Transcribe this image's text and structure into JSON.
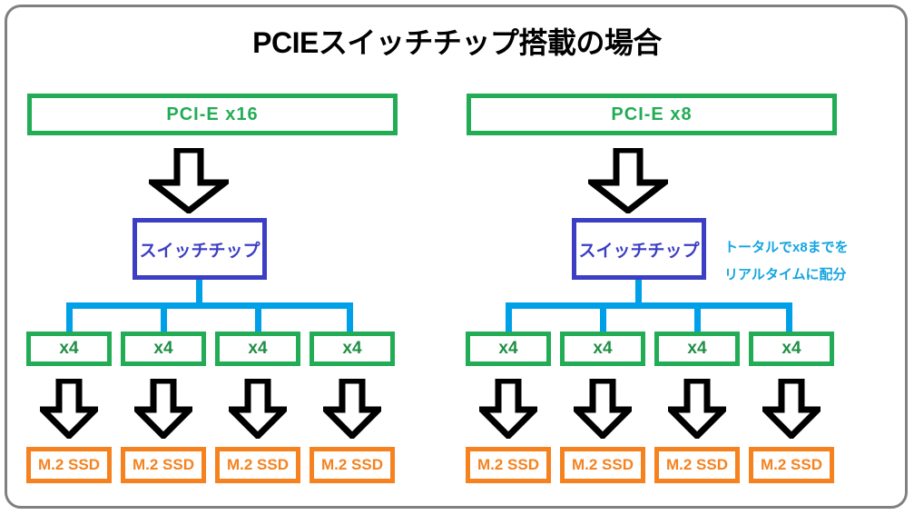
{
  "page": {
    "title": "PCIEスイッチチップ搭載の場合",
    "frame_color": "#808080",
    "background": "#ffffff"
  },
  "colors": {
    "green": "#22ac55",
    "green_text": "#1f8f45",
    "blue_purple": "#3c3ec4",
    "cyan": "#00a0e9",
    "note_text": "#13a5e0",
    "orange": "#f5821f",
    "black": "#000000"
  },
  "groups": [
    {
      "id": "left",
      "pcie": {
        "label_left": "PCI-E",
        "label_right": "x16",
        "full": "PCI-E    x16"
      },
      "switch": {
        "label": "スイッチチップ"
      },
      "lanes": [
        {
          "label": "x4"
        },
        {
          "label": "x4"
        },
        {
          "label": "x4"
        },
        {
          "label": "x4"
        }
      ],
      "drives": [
        {
          "label": "M.2 SSD"
        },
        {
          "label": "M.2 SSD"
        },
        {
          "label": "M.2 SSD"
        },
        {
          "label": "M.2 SSD"
        }
      ]
    },
    {
      "id": "right",
      "pcie": {
        "label_left": "PCI-E",
        "label_right": "x8",
        "full": "PCI-E    x8"
      },
      "switch": {
        "label": "スイッチチップ"
      },
      "lanes": [
        {
          "label": "x4"
        },
        {
          "label": "x4"
        },
        {
          "label": "x4"
        },
        {
          "label": "x4"
        }
      ],
      "drives": [
        {
          "label": "M.2 SSD"
        },
        {
          "label": "M.2 SSD"
        },
        {
          "label": "M.2 SSD"
        },
        {
          "label": "M.2 SSD"
        }
      ]
    }
  ],
  "note": {
    "line1": "トータルでx8までを",
    "line2": "リアルタイムに配分"
  }
}
